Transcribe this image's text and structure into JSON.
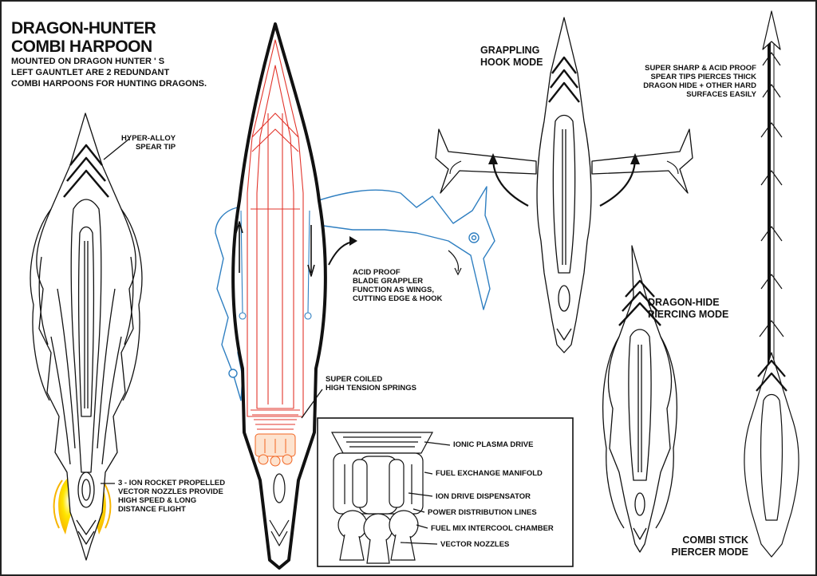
{
  "title": {
    "line1": "DRAGON-HUNTER",
    "line2": "COMBI HARPOON"
  },
  "description": {
    "line1": "MOUNTED ON DRAGON HUNTER ' S",
    "line2": "LEFT GAUNTLET ARE 2 REDUNDANT",
    "line3": "COMBI HARPOONS FOR HUNTING DRAGONS."
  },
  "callouts": {
    "spear_tip": {
      "line1": "HYPER-ALLOY",
      "line2": "SPEAR TIP"
    },
    "nozzles": {
      "line1": "3 - ION ROCKET PROPELLED",
      "line2": "VECTOR NOZZLES PROVIDE",
      "line3": "HIGH SPEED & LONG",
      "line4": "DISTANCE FLIGHT"
    },
    "grappler": {
      "line1": "ACID PROOF",
      "line2": "BLADE GRAPPLER",
      "line3": "FUNCTION AS WINGS,",
      "line4": "CUTTING EDGE & HOOK"
    },
    "springs": {
      "line1": "SUPER COILED",
      "line2": "HIGH TENSION SPRINGS"
    },
    "spear_tips": {
      "line1": "SUPER SHARP & ACID PROOF",
      "line2": "SPEAR TIPS PIERCES THICK",
      "line3": "DRAGON HIDE + OTHER HARD",
      "line4": "SURFACES EASILY"
    }
  },
  "modes": {
    "grappling": {
      "line1": "GRAPPLING",
      "line2": "HOOK MODE"
    },
    "piercing": {
      "line1": "DRAGON-HIDE",
      "line2": "PIERCING MODE"
    },
    "stick": {
      "line1": "COMBI STICK",
      "line2": "PIERCER MODE"
    }
  },
  "engine_parts": [
    "IONIC PLASMA DRIVE",
    "FUEL EXCHANGE MANIFOLD",
    "ION DRIVE DISPENSATOR",
    "POWER DISTRIBUTION LINES",
    "FUEL MIX INTERCOOL CHAMBER",
    "VECTOR NOZZLES"
  ],
  "colors": {
    "outline": "#111111",
    "grappler_blue": "#2f7fc1",
    "interior_red": "#e2342b",
    "flame_yellow": "#ffe600",
    "flame_orange": "#f7b500",
    "engine_orange": "#f26522"
  }
}
